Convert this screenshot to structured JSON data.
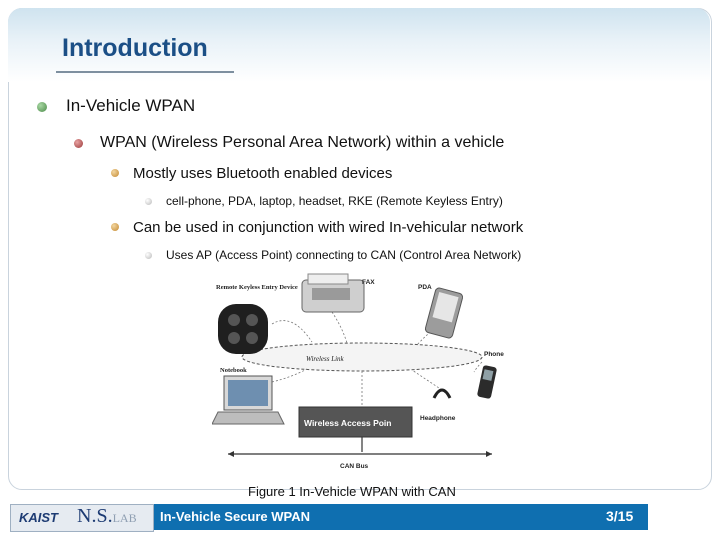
{
  "slide": {
    "title": "Introduction",
    "bullets": {
      "l1": "In-Vehicle WPAN",
      "l2": "WPAN (Wireless Personal Area Network) within a vehicle",
      "l3a": "Mostly uses Bluetooth enabled devices",
      "l4a": "cell-phone, PDA, laptop, headset, RKE (Remote Keyless Entry)",
      "l3b": "Can be used in conjunction with wired In-vehicular network",
      "l4b": "Uses AP (Access Point) connecting to CAN (Control Area Network)"
    },
    "figure": {
      "labels": {
        "rke": "Remote Keyless Entry Device",
        "fax": "FAX",
        "pda": "PDA",
        "phone": "Phone",
        "notebook": "Notebook",
        "wireless_link": "Wireless Link",
        "access_point": "Wireless Access Poin",
        "headphone": "Headphone",
        "can_bus": "CAN Bus"
      },
      "caption": "Figure 1 In-Vehicle WPAN with CAN"
    }
  },
  "footer": {
    "university": "KAIST",
    "lab_main": "N.S.",
    "lab_sub": "LAB",
    "topic": "In-Vehicle Secure WPAN",
    "page": "3/15"
  },
  "colors": {
    "title": "#1b4f86",
    "footer_bar": "#0f6fb0"
  }
}
